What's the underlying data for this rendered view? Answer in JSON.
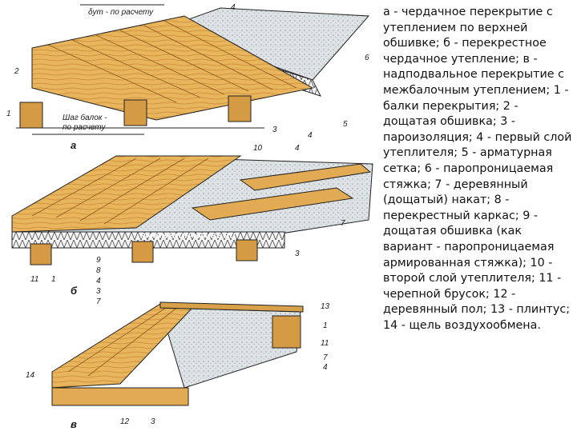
{
  "figure": {
    "a": {
      "sub_label": "а",
      "dim_top": "δут - по расчету",
      "dim_beam": "Шаг балок -",
      "dim_beam2": "по расчету",
      "labels": [
        "4",
        "6",
        "2",
        "1",
        "3",
        "4",
        "5"
      ]
    },
    "b": {
      "sub_label": "б",
      "labels": [
        "10",
        "4",
        "7",
        "3",
        "9",
        "8",
        "4",
        "3",
        "7",
        "11",
        "1"
      ],
      "watermark": "PARTHENON-HOUSE.RU"
    },
    "c": {
      "sub_label": "в",
      "labels": [
        "13",
        "1",
        "11",
        "7",
        "4",
        "14",
        "12",
        "3"
      ]
    },
    "colors": {
      "wood": "#e8b45c",
      "wood_dark": "#c98a34",
      "insulation": "#d8dde0",
      "line": "#222222"
    }
  },
  "caption": "а - чердачное перекрытие с утеплением по верхней обшивке; б - перекрестное чердачное утепление; в - надподвальное перекрытие с межбалочным утеплением; 1 - балки перекрытия; 2 - дощатая обшивка; 3 - пароизоляция; 4 - первый слой утеплителя; 5 - арматурная сетка; 6 - паропроницаемая стяжка; 7 - деревянный (дощатый) накат; 8 - перекрестный каркас; 9 - дощатая обшивка (как вариант - паропроницаемая армированная стяжка); 10 - второй слой утеплителя; 11 - черепной брусок; 12 - деревянный пол; 13 - плинтус; 14 - щель воздухообмена."
}
